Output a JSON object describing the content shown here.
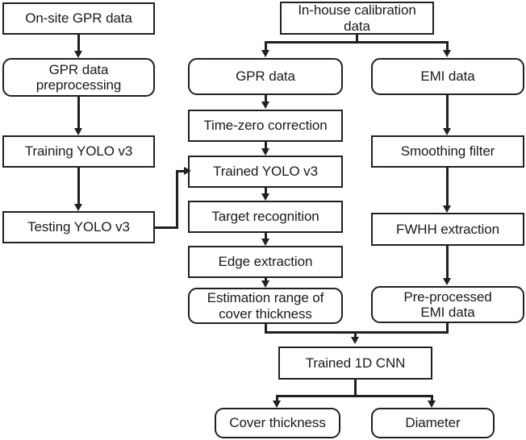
{
  "diagram": {
    "title": "GPR and EMI data processing workflow",
    "background_color": "#ffffff",
    "line_color": "#231f20",
    "text_color": "#1a1a1a",
    "nodes": {
      "onsite_gpr_data": "On-site GPR data",
      "gpr_data_preprocessing": "GPR data\npreprocessing",
      "training_yolo_v3": "Training YOLO v3",
      "testing_yolo_v3": "Testing YOLO v3",
      "inhouse_calibration_data": "In-house calibration\ndata",
      "gpr_data": "GPR data",
      "time_zero_correction": "Time-zero correction",
      "trained_yolo_v3": "Trained YOLO v3",
      "target_recognition": "Target recognition",
      "edge_extraction": "Edge extraction",
      "estimation_range_cover_thickness": "Estimation range of\ncover thickness",
      "emi_data": "EMI data",
      "smoothing_filter": "Smoothing filter",
      "fwhh_extraction": "FWHH extraction",
      "preprocessed_emi_data": "Pre-processed\nEMI data",
      "trained_1d_cnn": "Trained 1D CNN",
      "cover_thickness": "Cover thickness",
      "diameter": "Diameter"
    }
  }
}
